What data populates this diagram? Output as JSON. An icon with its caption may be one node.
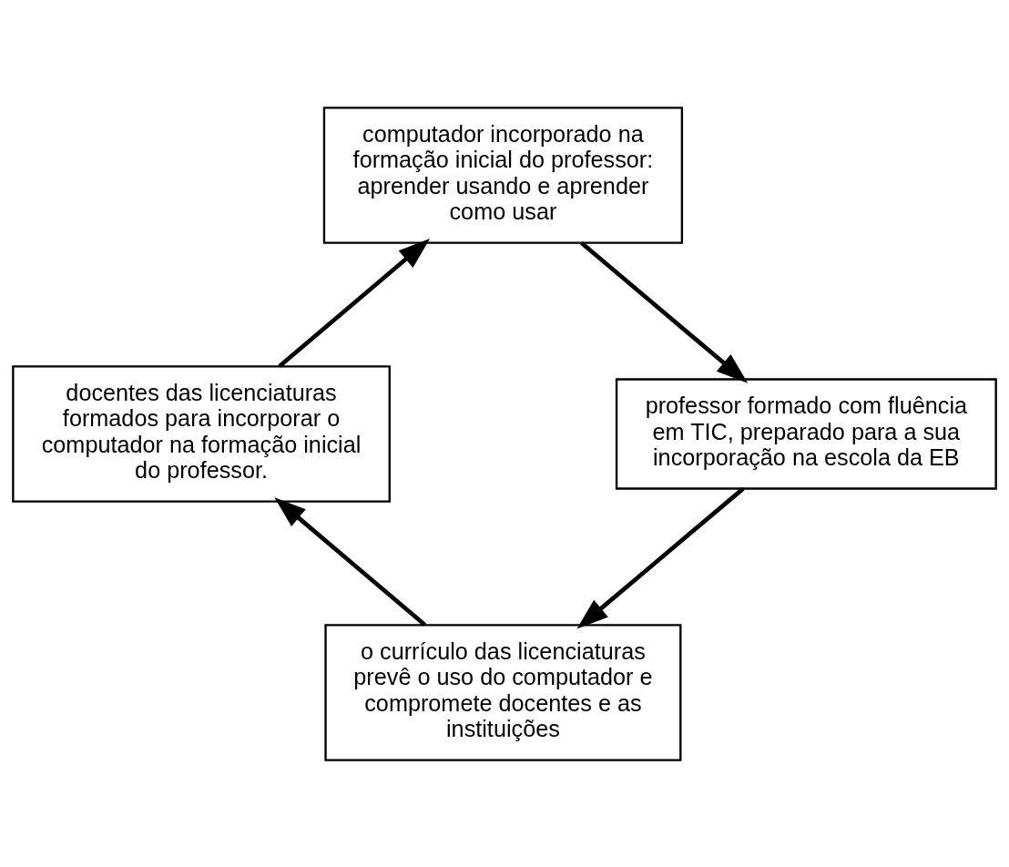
{
  "diagram": {
    "nodes": [
      {
        "text": [
          "computador incorporado na formação inicial do professor: aprender usando e aprender como usar"
        ]
      },
      {
        "text": [
          "professor formado com fluência em TIC, preparado para a sua incorporação na escola da EB"
        ]
      },
      {
        "text": [
          "o currículo das licenciaturas prevê o uso do computador e compromete docentes e as instituições"
        ]
      },
      {
        "text": [
          "docentes das licenciaturas formados para incorporar o computador na formação inicial do professor."
        ]
      }
    ],
    "edges": [
      {
        "from": 0,
        "to": 1,
        "arrow": "to"
      },
      {
        "from": 1,
        "to": 2,
        "arrow": "to"
      },
      {
        "from": 2,
        "to": 3,
        "arrow": "to"
      },
      {
        "from": 3,
        "to": 0,
        "arrow": "to"
      }
    ]
  }
}
